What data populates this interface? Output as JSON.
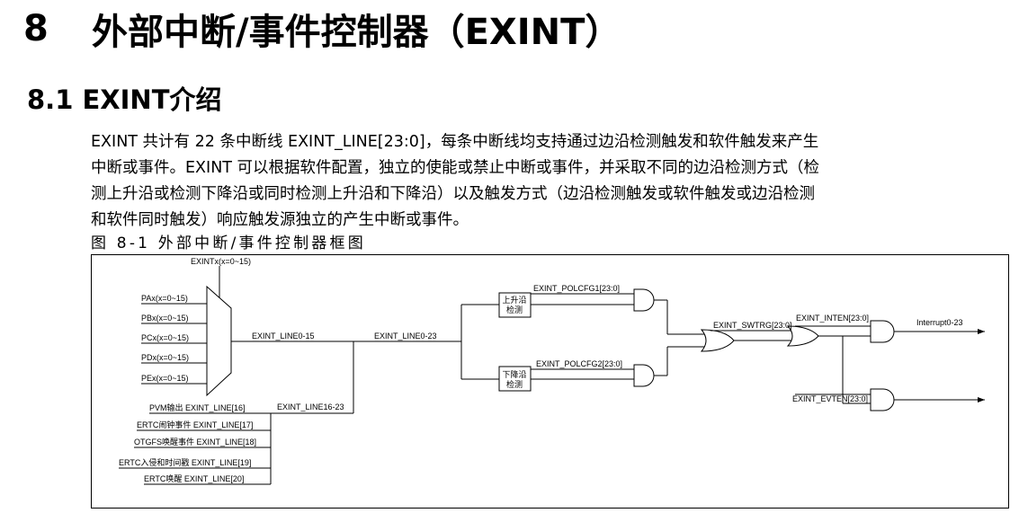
{
  "heading1": {
    "number": "8",
    "title": "外部中断/事件控制器（EXINT）"
  },
  "heading2": {
    "title": "8.1 EXINT介绍"
  },
  "intro_lines": [
    "EXINT 共计有 22 条中断线 EXINT_LINE[23:0]，每条中断线均支持通过边沿检测触发和软件触发来产生",
    "中断或事件。EXINT 可以根据软件配置，独立的使能或禁止中断或事件，并采取不同的边沿检测方式（检",
    "测上升沿或检测下降沿或同时检测上升沿和下降沿）以及触发方式（边沿检测触发或软件触发或边沿检测",
    "和软件同时触发）响应触发源独立的产生中断或事件。"
  ],
  "figure_caption": "图  8-1  外部中断/事件控制器框图",
  "diagram": {
    "mux_select": "EXINTx(x=0~15)",
    "gpio_inputs": [
      "PAx(x=0~15)",
      "PBx(x=0~15)",
      "PCx(x=0~15)",
      "PDx(x=0~15)",
      "PEx(x=0~15)"
    ],
    "other_inputs": [
      "PVM输出 EXINT_LINE[16]",
      "ERTC闹钟事件 EXINT_LINE[17]",
      "OTGFS唤醒事件 EXINT_LINE[18]",
      "ERTC入侵和时间戳 EXINT_LINE[19]",
      "ERTC唤醒 EXINT_LINE[20]"
    ],
    "bus_lower": "EXINT_LINE0-15",
    "bus_upper": "EXINT_LINE16-23",
    "bus_all": "EXINT_LINE0-23",
    "rising_box": [
      "上升沿",
      "检测"
    ],
    "falling_box": [
      "下降沿",
      "检测"
    ],
    "polcfg1": "EXINT_POLCFG1[23:0]",
    "polcfg2": "EXINT_POLCFG2[23:0]",
    "swtrg": "EXINT_SWTRG[23:0]",
    "inten": "EXINT_INTEN[23:0]",
    "evten": "EXINT_EVTEN[23:0]",
    "interrupt_out": "Interrupt0-23"
  }
}
